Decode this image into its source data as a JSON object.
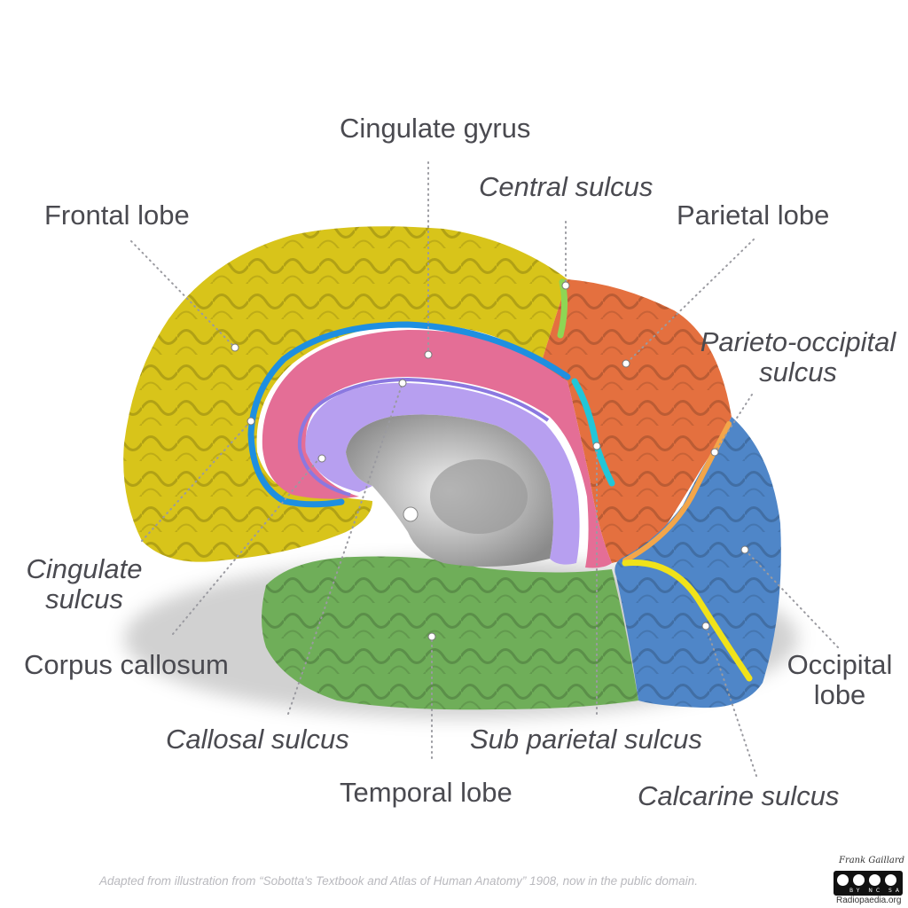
{
  "labels": {
    "cingulate_gyrus": "Cingulate gyrus",
    "central_sulcus": "Central sulcus",
    "frontal_lobe": "Frontal lobe",
    "parietal_lobe": "Parietal lobe",
    "parieto_occipital_line1": "Parieto-occipital",
    "parieto_occipital_line2": "sulcus",
    "cingulate_sulcus_line1": "Cingulate",
    "cingulate_sulcus_line2": "sulcus",
    "corpus_callosum": "Corpus callosum",
    "occipital_line1": "Occipital",
    "occipital_line2": "lobe",
    "callosal_sulcus": "Callosal sulcus",
    "sub_parietal_sulcus": "Sub parietal sulcus",
    "temporal_lobe": "Temporal lobe",
    "calcarine_sulcus": "Calcarine sulcus"
  },
  "credit": "Adapted from illustration from “Sobotta's Textbook and Atlas of Human Anatomy” 1908, now in the public domain.",
  "author": "Frank Gaillard",
  "license": "BY NC SA",
  "site": "Radiopaedia.org",
  "colors": {
    "frontal": "#d8c41a",
    "parietal": "#e4703f",
    "occipital": "#4f86c8",
    "temporal": "#6fae59",
    "cingulate_gyrus": "#e46e96",
    "corpus_callosum": "#b79ff0",
    "cingulate_sulcus": "#1e8fe0",
    "central_sulcus": "#8ed654",
    "sub_parietal_sulcus": "#22c6d8",
    "parieto_occipital_sulcus": "#f3a64a",
    "calcarine_sulcus": "#f0e21a",
    "callosal_sulcus": "#8b78e0",
    "label_text": "#4a4a50"
  }
}
